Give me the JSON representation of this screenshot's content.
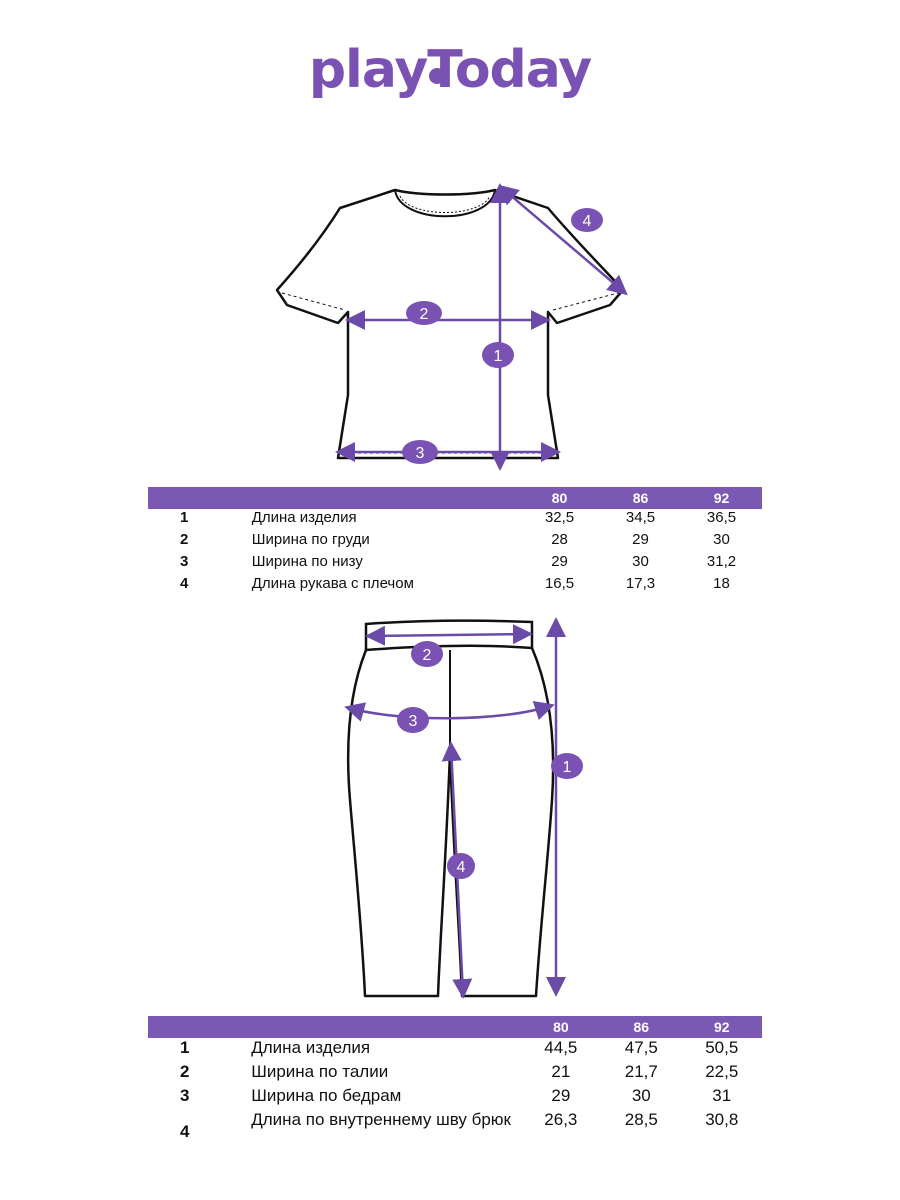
{
  "brand": {
    "name": "playToday",
    "color": "#7a52b3"
  },
  "accent_color": "#7a58b3",
  "tshirt": {
    "markers": [
      "1",
      "2",
      "3",
      "4"
    ],
    "sizes": [
      "80",
      "86",
      "92"
    ],
    "rows": [
      {
        "num": "1",
        "name": "Длина изделия",
        "values": [
          "32,5",
          "34,5",
          "36,5"
        ]
      },
      {
        "num": "2",
        "name": "Ширина по груди",
        "values": [
          "28",
          "29",
          "30"
        ]
      },
      {
        "num": "3",
        "name": "Ширина по низу",
        "values": [
          "29",
          "30",
          "31,2"
        ]
      },
      {
        "num": "4",
        "name": "Длина рукава с плечом",
        "values": [
          "16,5",
          "17,3",
          "18"
        ]
      }
    ]
  },
  "pants": {
    "markers": [
      "1",
      "2",
      "3",
      "4"
    ],
    "sizes": [
      "80",
      "86",
      "92"
    ],
    "rows": [
      {
        "num": "1",
        "name": "Длина изделия",
        "values": [
          "44,5",
          "47,5",
          "50,5"
        ]
      },
      {
        "num": "2",
        "name": "Ширина по талии",
        "values": [
          "21",
          "21,7",
          "22,5"
        ]
      },
      {
        "num": "3",
        "name": "Ширина по бедрам",
        "values": [
          "29",
          "30",
          "31"
        ]
      },
      {
        "num": "4",
        "name": "Длина по внутреннему шву брюк",
        "values": [
          "26,3",
          "28,5",
          "30,8"
        ]
      }
    ]
  }
}
